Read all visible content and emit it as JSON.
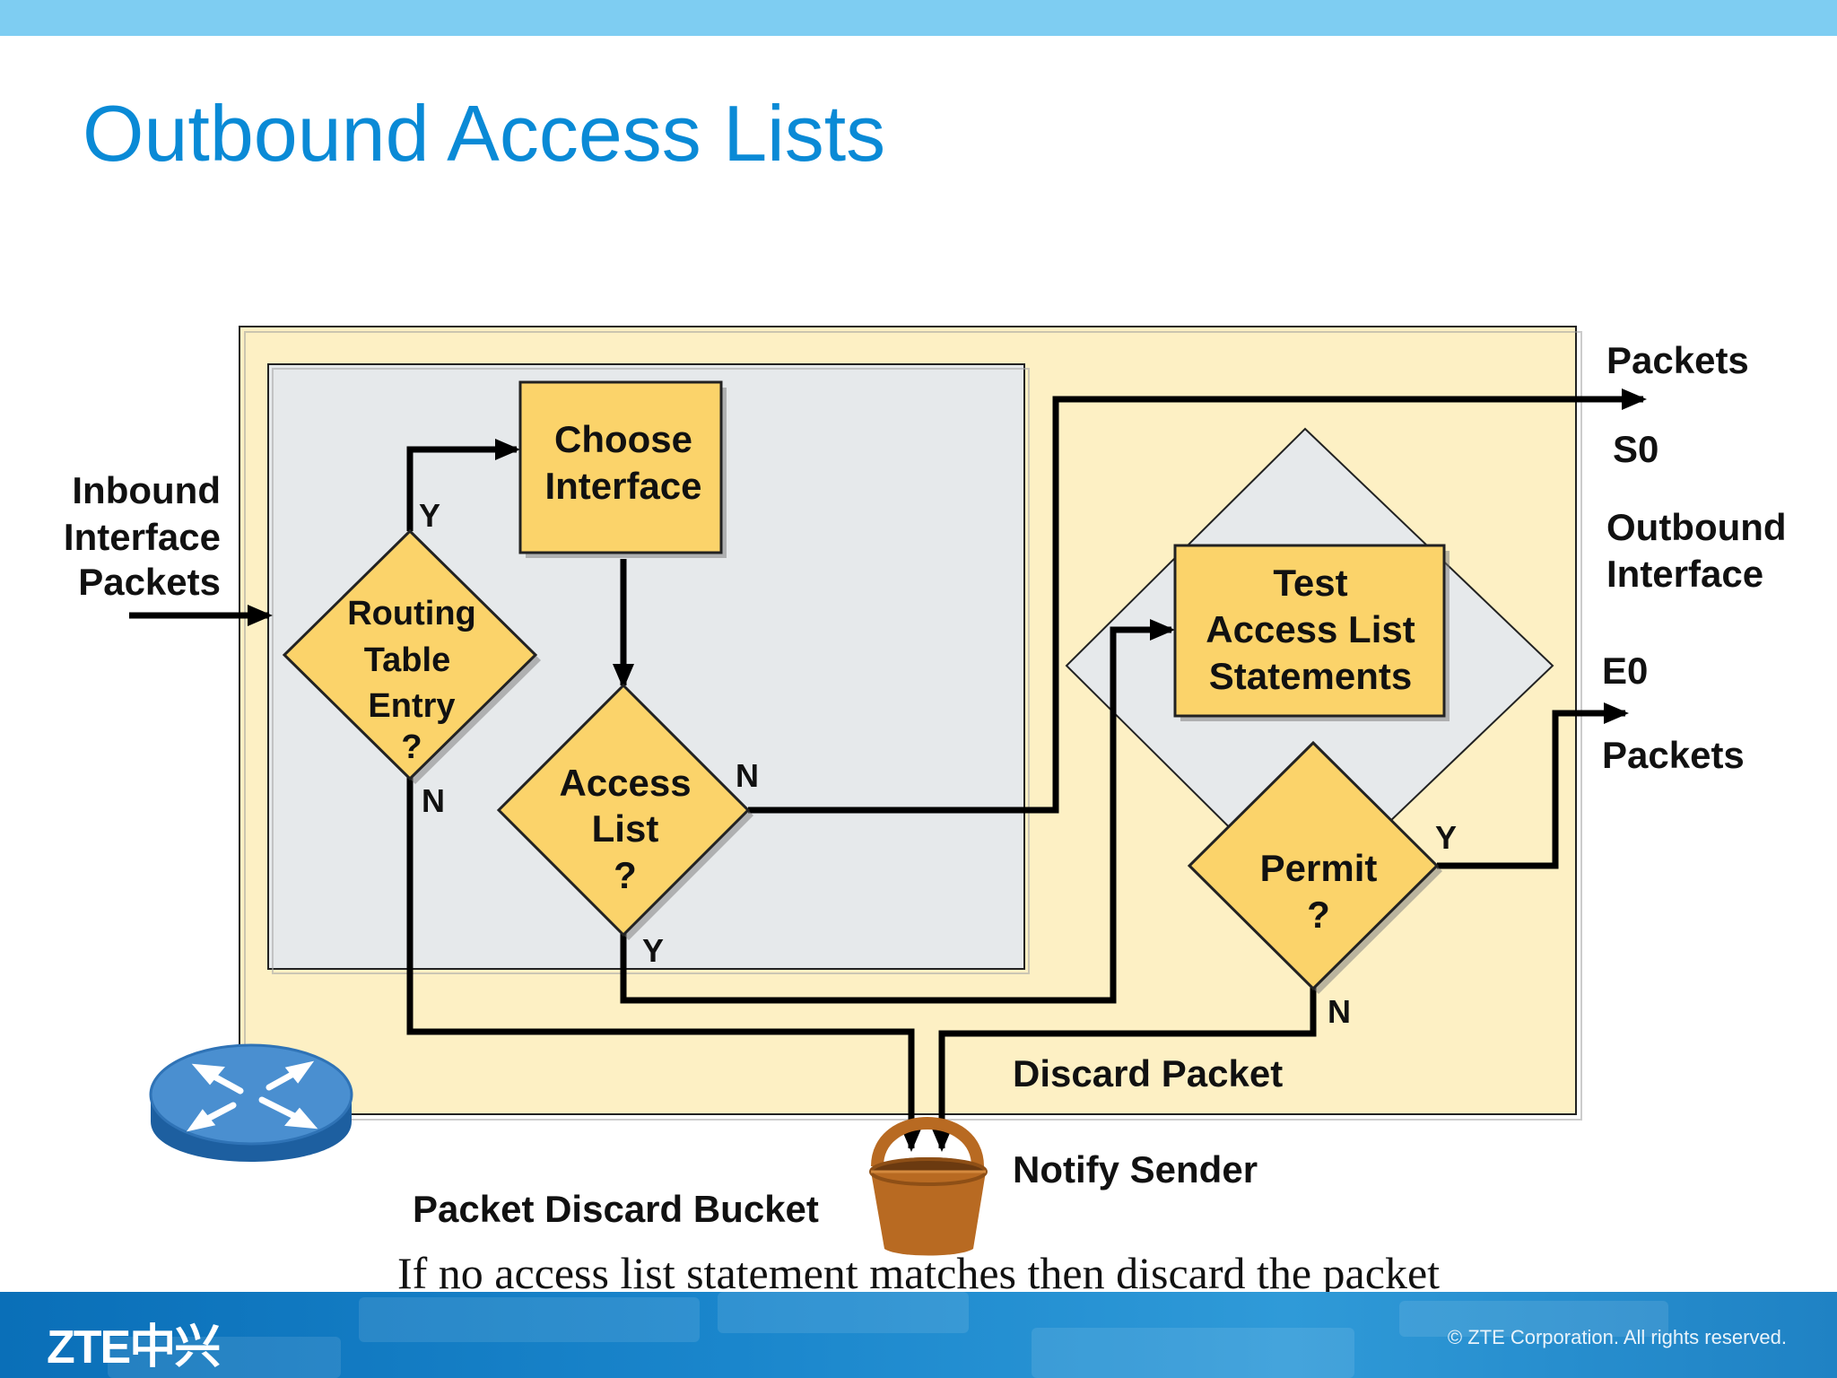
{
  "slide": {
    "title": "Outbound Access Lists",
    "caption": "If no access list statement matches then discard the packet",
    "logo": "ZTE中兴",
    "copyright": "© ZTE Corporation. All rights reserved."
  },
  "diagram": {
    "inbound_label": [
      "Inbound",
      "Interface",
      "Packets"
    ],
    "routing_decision": [
      "Routing",
      "Table",
      "Entry",
      "?"
    ],
    "choose_interface": [
      "Choose",
      "Interface"
    ],
    "access_list_decision": [
      "Access",
      "List",
      "?"
    ],
    "test_statements": [
      "Test",
      "Access List",
      "Statements"
    ],
    "permit_decision": [
      "Permit",
      "?"
    ],
    "yes": "Y",
    "no": "N",
    "packets_top": "Packets",
    "s0": "S0",
    "outbound_interface": [
      "Outbound",
      "Interface"
    ],
    "e0": "E0",
    "packets_bottom": "Packets",
    "discard_packet": "Discard Packet",
    "notify_sender": "Notify Sender",
    "bucket_label": "Packet Discard Bucket"
  },
  "colors": {
    "outer_panel": "#fdf0c4",
    "inner_panel": "#e6e9eb",
    "node_fill": "#fbd36a",
    "title": "#0a8ad6",
    "bucket": "#b86a22"
  }
}
